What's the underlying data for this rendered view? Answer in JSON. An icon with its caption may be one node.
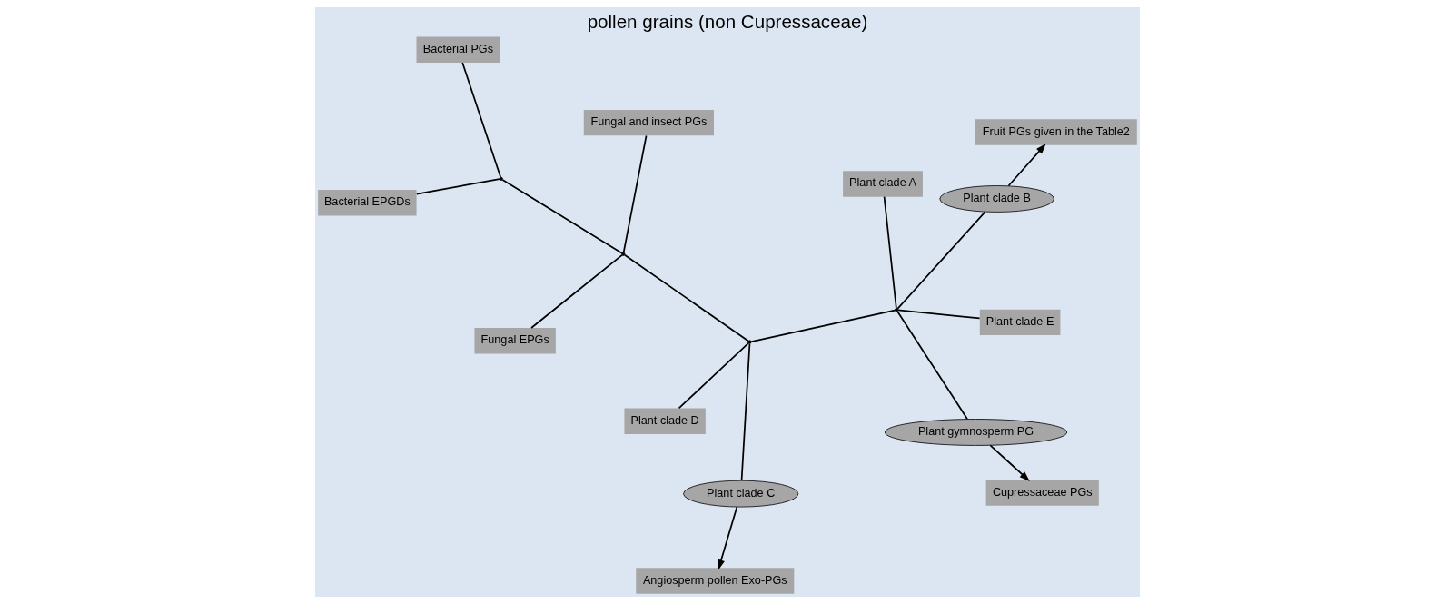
{
  "diagram": {
    "title": "pollen grains (non Cupressaceae)",
    "nodes": [
      {
        "text": [
          "Fungal EPGs"
        ]
      },
      {
        "text": [
          "Fungal and insect PGs"
        ]
      },
      {
        "text": [
          "Plant clade D"
        ]
      },
      {
        "text": [],
        "shape": "point"
      },
      {
        "text": [],
        "shape": "point"
      },
      {
        "text": [
          "Bacterial PGs"
        ]
      },
      {
        "text": [
          "Angiosperm pollen Exo-PGs"
        ]
      },
      {
        "text": [
          "Plant clade C"
        ]
      },
      {
        "text": [],
        "shape": "point"
      },
      {
        "text": [],
        "shape": "point"
      },
      {
        "text": [
          "Bacterial EPGDs"
        ]
      },
      {
        "text": [
          "Plant clade A"
        ]
      },
      {
        "text": [
          "Plant clade E"
        ]
      },
      {
        "text": [
          "Plant clade B"
        ]
      },
      {
        "text": [
          "Fruit PGs given in the Table2"
        ]
      },
      {
        "text": [
          "Plant gymnosperm PG"
        ]
      },
      {
        "text": [
          "Cupressaceae PGs"
        ]
      }
    ],
    "edges": [
      {
        "from": 0,
        "to": 3,
        "arrow": "none"
      },
      {
        "from": 1,
        "to": 3,
        "arrow": "none"
      },
      {
        "from": 3,
        "to": 4,
        "arrow": "none"
      },
      {
        "from": 4,
        "to": 5,
        "arrow": "none"
      },
      {
        "from": 4,
        "to": 10,
        "arrow": "none"
      },
      {
        "from": 3,
        "to": 8,
        "arrow": "none"
      },
      {
        "from": 2,
        "to": 8,
        "arrow": "none"
      },
      {
        "from": 7,
        "to": 8,
        "arrow": "none"
      },
      {
        "from": 8,
        "to": 9,
        "arrow": "none"
      },
      {
        "from": 9,
        "to": 11,
        "arrow": "none"
      },
      {
        "from": 9,
        "to": 12,
        "arrow": "none"
      },
      {
        "from": 9,
        "to": 13,
        "arrow": "none"
      },
      {
        "from": 9,
        "to": 15,
        "arrow": "none"
      },
      {
        "from": 7,
        "to": 6,
        "arrow": "to"
      },
      {
        "from": 13,
        "to": 14,
        "arrow": "to"
      },
      {
        "from": 15,
        "to": 16,
        "arrow": "to"
      }
    ]
  }
}
